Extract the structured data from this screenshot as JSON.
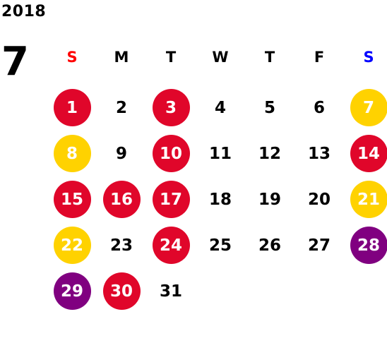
{
  "calendar": {
    "year": "2018",
    "month": "7",
    "colors": {
      "sunday_label": "#ff0000",
      "saturday_label": "#0000ff",
      "default_label": "#000000",
      "red": "#e0062a",
      "yellow": "#ffd200",
      "purple": "#800080"
    },
    "weekdays": [
      {
        "label": "S",
        "color": "sunday_label"
      },
      {
        "label": "M",
        "color": "default_label"
      },
      {
        "label": "T",
        "color": "default_label"
      },
      {
        "label": "W",
        "color": "default_label"
      },
      {
        "label": "T",
        "color": "default_label"
      },
      {
        "label": "F",
        "color": "default_label"
      },
      {
        "label": "S",
        "color": "saturday_label"
      }
    ],
    "first_weekday_index": 0,
    "days": [
      {
        "day": "1",
        "mark": "red"
      },
      {
        "day": "2",
        "mark": null
      },
      {
        "day": "3",
        "mark": "red"
      },
      {
        "day": "4",
        "mark": null
      },
      {
        "day": "5",
        "mark": null
      },
      {
        "day": "6",
        "mark": null
      },
      {
        "day": "7",
        "mark": "yellow"
      },
      {
        "day": "8",
        "mark": "yellow"
      },
      {
        "day": "9",
        "mark": null
      },
      {
        "day": "10",
        "mark": "red"
      },
      {
        "day": "11",
        "mark": null
      },
      {
        "day": "12",
        "mark": null
      },
      {
        "day": "13",
        "mark": null
      },
      {
        "day": "14",
        "mark": "red"
      },
      {
        "day": "15",
        "mark": "red"
      },
      {
        "day": "16",
        "mark": "red"
      },
      {
        "day": "17",
        "mark": "red"
      },
      {
        "day": "18",
        "mark": null
      },
      {
        "day": "19",
        "mark": null
      },
      {
        "day": "20",
        "mark": null
      },
      {
        "day": "21",
        "mark": "yellow"
      },
      {
        "day": "22",
        "mark": "yellow"
      },
      {
        "day": "23",
        "mark": null
      },
      {
        "day": "24",
        "mark": "red"
      },
      {
        "day": "25",
        "mark": null
      },
      {
        "day": "26",
        "mark": null
      },
      {
        "day": "27",
        "mark": null
      },
      {
        "day": "28",
        "mark": "purple"
      },
      {
        "day": "29",
        "mark": "purple"
      },
      {
        "day": "30",
        "mark": "red"
      },
      {
        "day": "31",
        "mark": null
      }
    ]
  }
}
